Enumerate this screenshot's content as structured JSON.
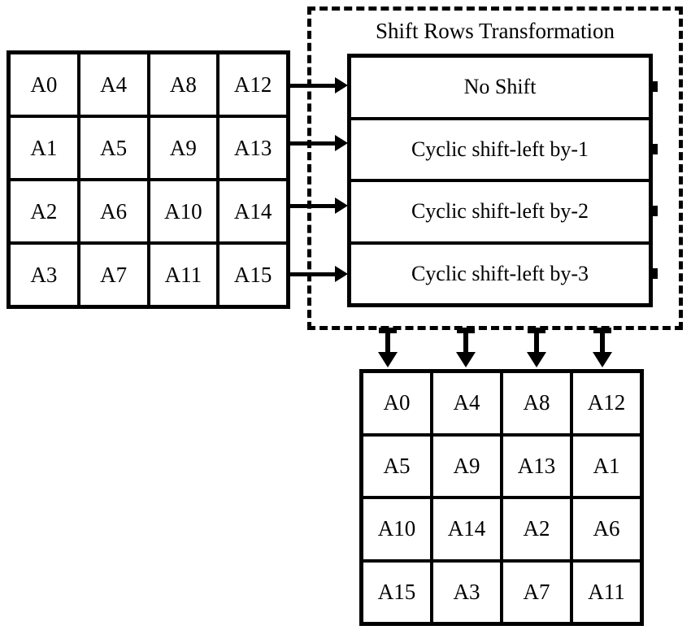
{
  "title": "Shift Rows Transformation",
  "input_matrix": {
    "rows": [
      [
        "A0",
        "A4",
        "A8",
        "A12"
      ],
      [
        "A1",
        "A5",
        "A9",
        "A13"
      ],
      [
        "A2",
        "A6",
        "A10",
        "A14"
      ],
      [
        "A3",
        "A7",
        "A11",
        "A15"
      ]
    ]
  },
  "shift_operations": [
    "No Shift",
    "Cyclic shift-left by-1",
    "Cyclic shift-left by-2",
    "Cyclic shift-left by-3"
  ],
  "output_matrix": {
    "rows": [
      [
        "A0",
        "A4",
        "A8",
        "A12"
      ],
      [
        "A5",
        "A9",
        "A13",
        "A1"
      ],
      [
        "A10",
        "A14",
        "A2",
        "A6"
      ],
      [
        "A15",
        "A3",
        "A7",
        "A11"
      ]
    ]
  },
  "colors": {
    "line": "#000000",
    "background": "#ffffff",
    "text": "#000000"
  }
}
